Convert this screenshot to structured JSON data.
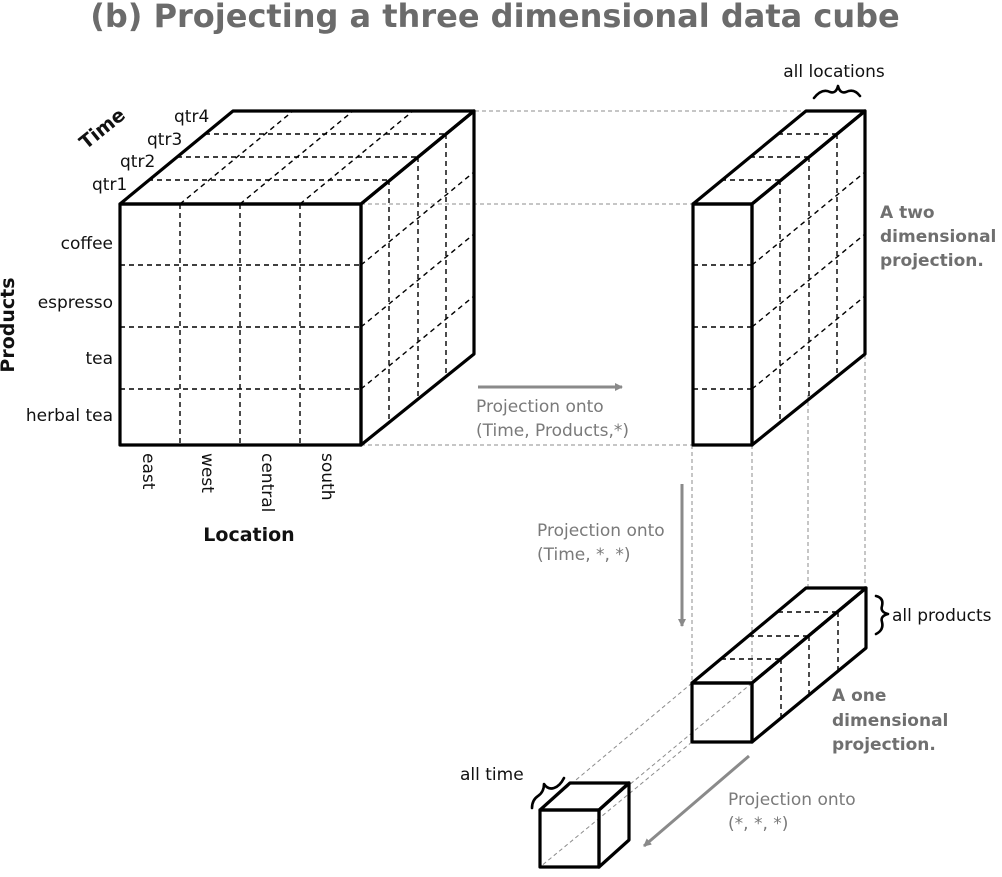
{
  "title": "(b) Projecting a three dimensional data cube",
  "axes": {
    "time_label": "Time",
    "products_label": "Products",
    "location_label": "Location"
  },
  "time_values": [
    "qtr1",
    "qtr2",
    "qtr3",
    "qtr4"
  ],
  "product_values": [
    "coffee",
    "espresso",
    "tea",
    "herbal tea"
  ],
  "location_values": [
    "east",
    "west",
    "central",
    "south"
  ],
  "two_d": {
    "brace_label": "all locations",
    "caption": [
      "A two",
      "dimensional",
      "projection."
    ]
  },
  "one_d": {
    "brace_label": "all products",
    "caption": [
      "A one",
      "dimensional",
      "projection."
    ]
  },
  "zero_d": {
    "brace_label": "all time"
  },
  "projections": [
    [
      "Projection onto",
      "(Time, Products,*)"
    ],
    [
      "Projection onto",
      "(Time, *, *)"
    ],
    [
      "Projection onto",
      "(*, *, *)"
    ]
  ],
  "colors": {
    "edge": "#000000",
    "annotation_gray": "#7a7a7a",
    "title_gray": "#6b6b6b"
  }
}
